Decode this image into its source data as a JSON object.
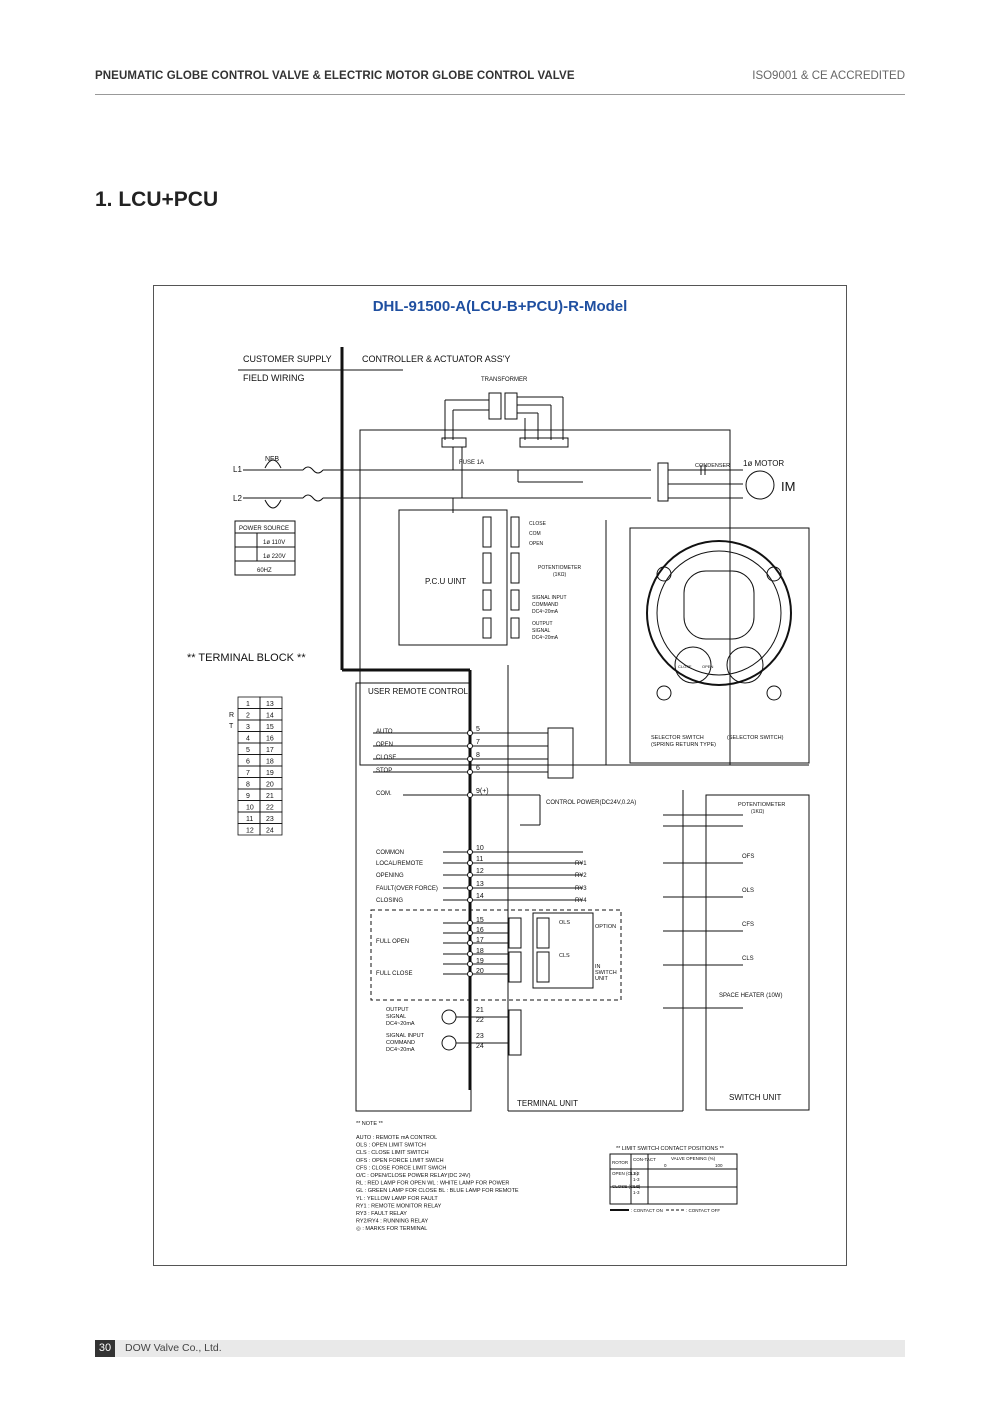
{
  "header": {
    "left": "PNEUMATIC GLOBE CONTROL VALVE  & ELECTRIC MOTOR GLOBE CONTROL VALVE",
    "right": "ISO9001 & CE ACCREDITED"
  },
  "section_title": "1. LCU+PCU",
  "diagram": {
    "title": "DHL-91500-A(LCU-B+PCU)-R-Model",
    "customer_supply": "CUSTOMER SUPPLY",
    "field_wiring": "FIELD WIRING",
    "controller_actuator": "CONTROLLER & ACTUATOR ASS'Y",
    "transformer": "TRANSFORMER",
    "fuse": "FUSE 1A",
    "nfb": "NFB",
    "l1": "L1",
    "l2": "L2",
    "condenser": "CONDENSER",
    "motor": "1ø MOTOR",
    "im": "IM",
    "power_source": {
      "title": "POWER SOURCE",
      "v110": "1ø 110V",
      "v220": "1ø 220V",
      "freq": "60HZ"
    },
    "pcu_unit": "P.C.U UINT",
    "pcu_close": "CLOSE",
    "pcu_com": "COM",
    "pcu_open": "OPEN",
    "potentiometer_1k": "POTENTIOMETER",
    "potentiometer_1k_sub": "(1KΩ)",
    "signal_input": [
      "SIGNAL INPUT",
      "COMMAND",
      "DC4~20mA"
    ],
    "output_signal": [
      "OUTPUT",
      "SIGNAL",
      "DC4~20mA"
    ],
    "terminal_block_title": "** TERMINAL BLOCK **",
    "terminal_block_rows": [
      [
        "1",
        "13"
      ],
      [
        "2",
        "14"
      ],
      [
        "3",
        "15"
      ],
      [
        "4",
        "16"
      ],
      [
        "5",
        "17"
      ],
      [
        "6",
        "18"
      ],
      [
        "7",
        "19"
      ],
      [
        "8",
        "20"
      ],
      [
        "9",
        "21"
      ],
      [
        "10",
        "22"
      ],
      [
        "11",
        "23"
      ],
      [
        "12",
        "24"
      ]
    ],
    "rst": [
      "R",
      "T"
    ],
    "selector_switch_1": "SELECTOR SWITCH",
    "selector_switch_1b": "(SPRING RETURN TYPE)",
    "selector_switch_2": "(SELECTOR SWITCH)",
    "panel_close": "CLOSE",
    "panel_open": "OPEN",
    "user_remote_control": "USER REMOTE CONTROL",
    "remote_inputs": [
      {
        "label": "AUTO",
        "num": "5"
      },
      {
        "label": "OPEN",
        "num": "7"
      },
      {
        "label": "CLOSE",
        "num": "8"
      },
      {
        "label": "STOP",
        "num": "6"
      },
      {
        "label": "COM.",
        "num": "9(+)"
      }
    ],
    "control_power": "CONTROL POWER(DC24V,0.2A)",
    "relay_outputs": [
      {
        "label": "COMMON",
        "num": "10",
        "ry": ""
      },
      {
        "label": "LOCAL/REMOTE",
        "num": "11",
        "ry": "RY1"
      },
      {
        "label": "OPENING",
        "num": "12",
        "ry": "RY2"
      },
      {
        "label": "FAULT(OVER FORCE)",
        "num": "13",
        "ry": "RY3"
      },
      {
        "label": "CLOSING",
        "num": "14",
        "ry": "RY4"
      }
    ],
    "option_nums": [
      "15",
      "16",
      "17",
      "18",
      "19",
      "20"
    ],
    "full_open": "FULL OPEN",
    "full_close": "FULL CLOSE",
    "ols": "OLS",
    "cls": "CLS",
    "option": "OPTION",
    "in_switch_unit": [
      "IN",
      "SWITCH",
      "UNIT"
    ],
    "analog_nums": [
      "21",
      "22",
      "23",
      "24"
    ],
    "terminal_unit": "TERMINAL UNIT",
    "switch_unit": "SWITCH UNIT",
    "switch_items": [
      "OFS",
      "OLS",
      "CFS",
      "CLS"
    ],
    "space_heater": "SPACE HEATER (10W)",
    "potentiometer_switch": "POTENTIOMETER",
    "note_title": "** NOTE **",
    "notes": [
      "AUTO : REMOTE mA CONTROL",
      "OLS : OPEN LIMIT SWITCH",
      "CLS : CLOSE LIMIT SWITCH",
      "OFS : OPEN FORCE LIMIT SWICH",
      "CFS : CLOSE FORCE LIMIT SWICH",
      "O/C : OPEN/CLOSE POWER RELAY(DC 24V)",
      "RL : RED LAMP FOR OPEN      WL : WHITE LAMP FOR POWER",
      "GL : GREEN LAMP FOR CLOSE   BL : BLUE LAMP FOR REMOTE",
      "YL : YELLOW LAMP FOR FAULT",
      "RY1 : REMOTE MONITOR RELAY",
      "RY3 : FAULT RELAY",
      "RY2/RY4 : RUNNING RELAY",
      "◎ : MARKS FOR TERMINAL"
    ],
    "limit_table": {
      "title": "** LIMIT SWITCH CONTACT POSITIONS **",
      "rotor": "ROTOR",
      "contact": "CON-TACT",
      "valve_opening": "VALVE OPENING (%)",
      "zero": "0",
      "hundred": "100",
      "rows": [
        [
          "OPEN (OLS)",
          "1-2",
          "1-3"
        ],
        [
          "CLOSE (CLS)",
          "1-2",
          "1-3"
        ]
      ],
      "legend_on": ": CONTACT ON",
      "legend_off": ": CONTACT OFF"
    }
  },
  "footer": {
    "page": "30",
    "company": "DOW Valve Co., Ltd."
  }
}
